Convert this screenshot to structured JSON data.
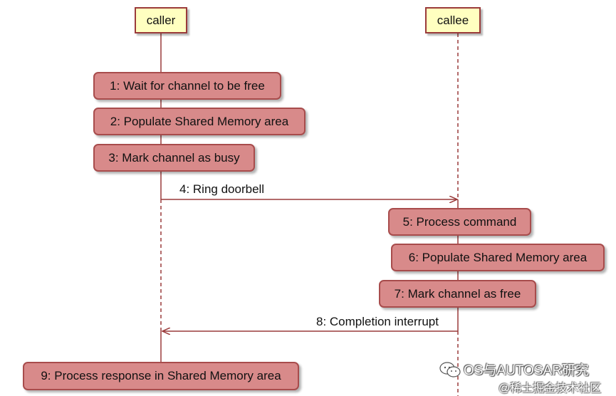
{
  "actors": {
    "caller": "caller",
    "callee": "callee"
  },
  "steps": {
    "s1": "1: Wait for channel to be free",
    "s2": "2: Populate Shared Memory area",
    "s3": "3: Mark channel as busy",
    "s5": "5: Process command",
    "s6": "6: Populate Shared Memory area",
    "s7": "7: Mark channel as free",
    "s9": "9: Process response in Shared Memory area"
  },
  "messages": {
    "m4": "4: Ring doorbell",
    "m8": "8: Completion interrupt"
  },
  "watermark": {
    "line1": "OS与AUTOSAR研究",
    "line2": "@稀土掘金技术社区",
    "icon": "wechat-icon"
  },
  "colors": {
    "actor_fill": "#ffffc0",
    "step_fill": "#d88a8a",
    "line": "#9a3a3a"
  }
}
